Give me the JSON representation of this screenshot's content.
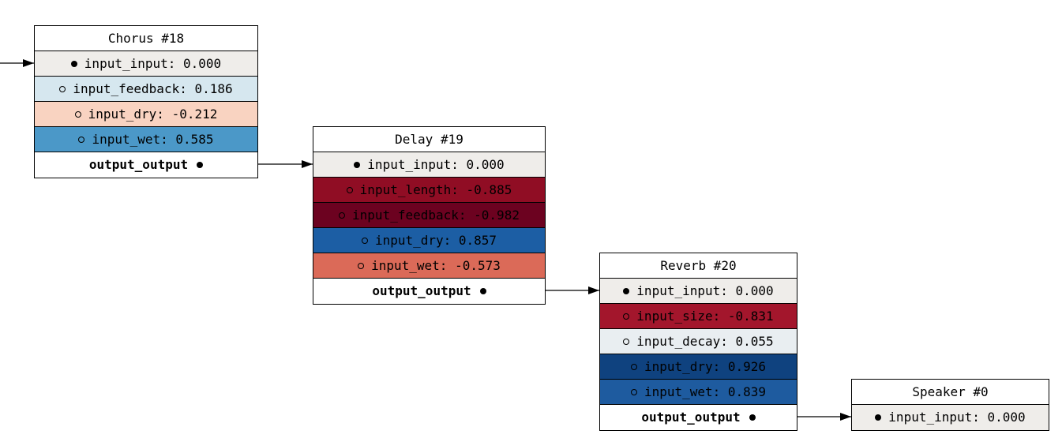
{
  "nodes": {
    "chorus": {
      "title": "Chorus #18",
      "rows": [
        {
          "label": "input_input: 0.000",
          "value": 0.0,
          "connected": true,
          "color": "#efedea",
          "text": "#000000"
        },
        {
          "label": "input_feedback: 0.186",
          "value": 0.186,
          "connected": false,
          "color": "#d6e7ef",
          "text": "#000000"
        },
        {
          "label": "input_dry: -0.212",
          "value": -0.212,
          "connected": false,
          "color": "#f9d3c1",
          "text": "#000000"
        },
        {
          "label": "input_wet: 0.585",
          "value": 0.585,
          "connected": false,
          "color": "#4b98c8",
          "text": "#000000"
        }
      ],
      "output": "output_output"
    },
    "delay": {
      "title": "Delay #19",
      "rows": [
        {
          "label": "input_input: 0.000",
          "value": 0.0,
          "connected": true,
          "color": "#efedea",
          "text": "#000000"
        },
        {
          "label": "input_length: -0.885",
          "value": -0.885,
          "connected": false,
          "color": "#900d24",
          "text": "#000000"
        },
        {
          "label": "input_feedback: -0.982",
          "value": -0.982,
          "connected": false,
          "color": "#6c0220",
          "text": "#000000"
        },
        {
          "label": "input_dry: 0.857",
          "value": 0.857,
          "connected": false,
          "color": "#1c5ea4",
          "text": "#000000"
        },
        {
          "label": "input_wet: -0.573",
          "value": -0.573,
          "connected": false,
          "color": "#db6a58",
          "text": "#000000"
        }
      ],
      "output": "output_output"
    },
    "reverb": {
      "title": "Reverb #20",
      "rows": [
        {
          "label": "input_input: 0.000",
          "value": 0.0,
          "connected": true,
          "color": "#efedea",
          "text": "#000000"
        },
        {
          "label": "input_size: -0.831",
          "value": -0.831,
          "connected": false,
          "color": "#a3162c",
          "text": "#000000"
        },
        {
          "label": "input_decay: 0.055",
          "value": 0.055,
          "connected": false,
          "color": "#e9eef1",
          "text": "#000000"
        },
        {
          "label": "input_dry: 0.926",
          "value": 0.926,
          "connected": false,
          "color": "#0f427f",
          "text": "#000000"
        },
        {
          "label": "input_wet: 0.839",
          "value": 0.839,
          "connected": false,
          "color": "#1e5b9f",
          "text": "#000000"
        }
      ],
      "output": "output_output"
    },
    "speaker": {
      "title": "Speaker #0",
      "rows": [
        {
          "label": "input_input: 0.000",
          "value": 0.0,
          "connected": true,
          "color": "#efedea",
          "text": "#000000"
        }
      ]
    }
  },
  "edges": [
    {
      "from": "external",
      "to": "chorus"
    },
    {
      "from": "chorus",
      "to": "delay"
    },
    {
      "from": "delay",
      "to": "reverb"
    },
    {
      "from": "reverb",
      "to": "speaker"
    }
  ]
}
